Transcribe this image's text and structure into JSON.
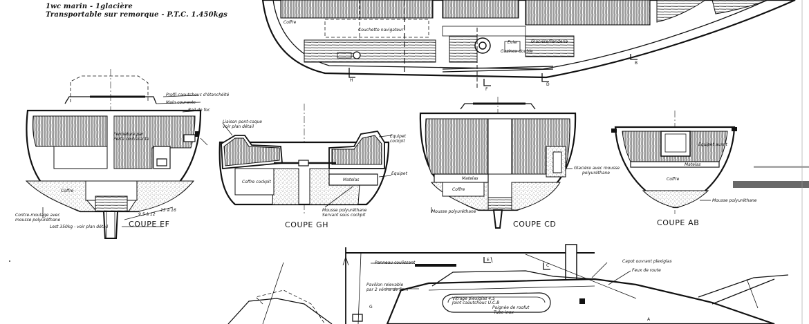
{
  "header": {
    "specs": [
      "1wc marin - 1glacière",
      "Transportable sur remorque - P.T.C. 1.450kgs"
    ]
  },
  "plan": {
    "labels": {
      "coffre": "Coffre",
      "couchette": "Couchette navigateur",
      "evier": "Evier",
      "gazinex": "Gazinex double",
      "glaciere": "Glacière/Penderie"
    },
    "markers": {
      "h": "H",
      "f": "F",
      "d": "D",
      "b": "B"
    }
  },
  "sections": {
    "ef": {
      "title": "COUPE EF",
      "labels": {
        "profil": "Profil caoutchouc d'étanchéité",
        "main": "Main courante",
        "rail": "Rail de foc",
        "fermeture": "Fermeture par",
        "fermeture2": "Porte coulissante",
        "coffre": "Coffre",
        "contre": "Contre-moulage avec",
        "contre2": "mousse polyuréthane",
        "lest": "Lest 350kg - voir plan détail",
        "meas1": "9,5 à 12",
        "meas2": "13 à 16"
      }
    },
    "gh": {
      "title": "COUPE GH",
      "labels": {
        "liaison": "Liaison pont-coque",
        "liaison2": "voir plan détail",
        "coffre": "Coffre cockpit",
        "matelas": "Matelas",
        "equipet": "Equipet",
        "equipet2": "Equipet",
        "equipet3": "cockpit",
        "mousse": "Mousse polyuréthane",
        "mousse2": "Servant sous cockpit"
      }
    },
    "cd": {
      "title": "COUPE CD",
      "labels": {
        "matelas": "Matelas",
        "coffre": "Coffre",
        "glaciere": "Glacière avec mousse",
        "glaciere2": "polyuréthane",
        "mousse": "Mousse polyuréthane"
      }
    },
    "ab": {
      "title": "COUPE AB",
      "labels": {
        "equipet": "Equipet avant",
        "matelas": "Matelas",
        "coffre": "Coffre",
        "mousse": "Mousse polyuréthane"
      }
    }
  },
  "elevation": {
    "labels": {
      "panneau": "Panneau coulissant",
      "pavillon": "Pavillon relevable",
      "pavillon2": "par 2 vérins de 5cm",
      "capot": "Capot ouvrant plexiglas",
      "feux": "Feux de route",
      "vitrage": "Vitrage plexiglas 4,5",
      "vitrage2": "Joint caoutchouc U.C.B",
      "poignee": "Poignée de roofut",
      "poignee2": "Tube inox",
      "marker_e": "E",
      "marker_c": "C",
      "marker_g": "G",
      "marker_a": "A"
    }
  }
}
